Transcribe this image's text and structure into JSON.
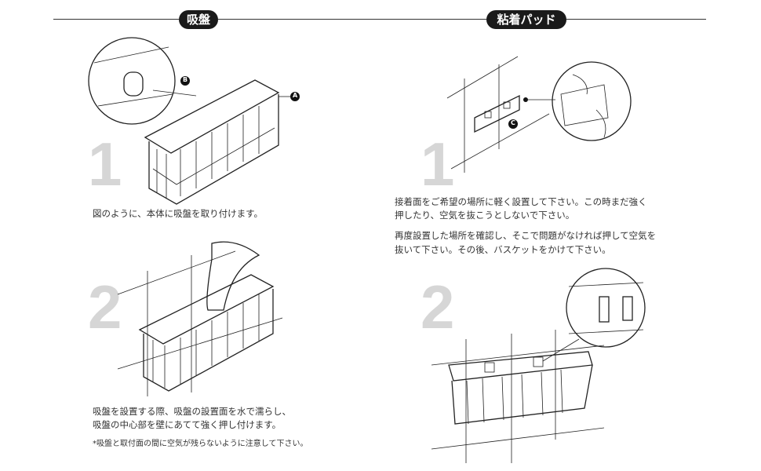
{
  "sections": {
    "left": {
      "title": "吸盤",
      "label_a": "A",
      "label_b": "B",
      "step1": {
        "number": "1",
        "text": "図のように、本体に吸盤を取り付けます。"
      },
      "step2": {
        "number": "2",
        "lines": [
          "吸盤を設置する際、吸盤の設置面を水で濡らし、",
          "吸盤の中心部を壁にあてて強く押し付けます。"
        ],
        "note": "*吸盤と取付面の間に空気が残らないように注意して下さい。"
      }
    },
    "right": {
      "title": "粘着パッド",
      "label_c": "C",
      "step1": {
        "number": "1",
        "paragraphs": [
          [
            "接着面をご希望の場所に軽く設置して下さい。この時まだ強く",
            "押したり、空気を抜こうとしないで下さい。"
          ],
          [
            "再度設置した場所を確認し、そこで問題がなければ押して空気を",
            "抜いて下さい。その後、バスケットをかけて下さい。"
          ]
        ]
      },
      "step2": {
        "number": "2"
      }
    }
  }
}
